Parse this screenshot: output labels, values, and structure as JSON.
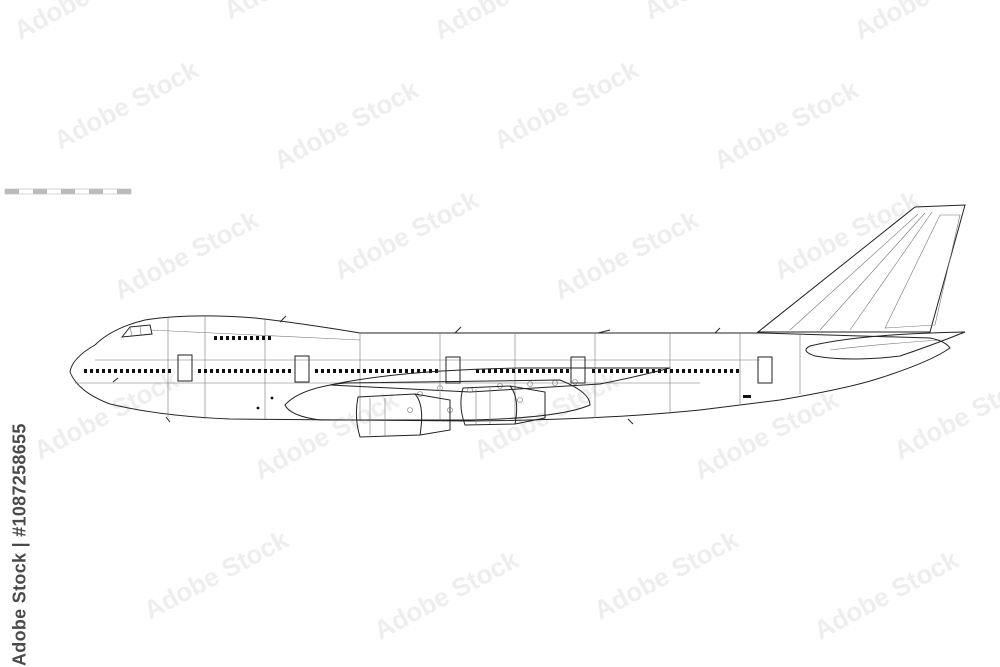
{
  "image": {
    "subject": "aircraft-side-profile-line-drawing",
    "background_color": "#ffffff",
    "line_color": "#222222"
  },
  "watermark": {
    "text": "Adobe Stock",
    "color": "#eeeeee"
  },
  "stock_id": {
    "text": "Adobe Stock | #1087258655"
  }
}
